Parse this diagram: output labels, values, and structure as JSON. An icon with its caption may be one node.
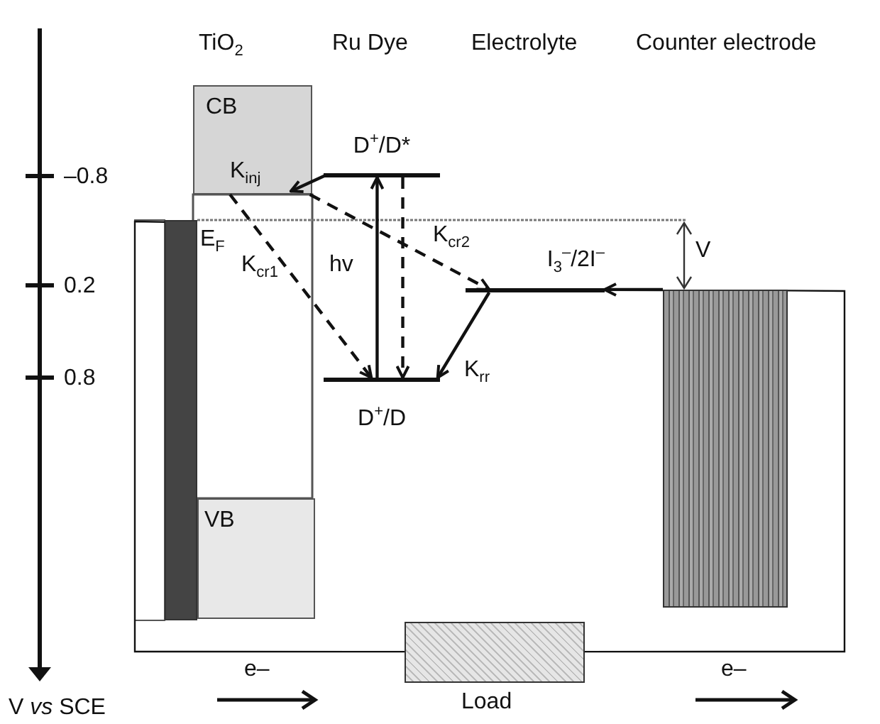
{
  "diagram": {
    "nodes": [
      {
        "text": [
          "CB"
        ]
      },
      {
        "text": [
          "D$^{+}$/D*"
        ]
      },
      {
        "text": [
          "I$_{3}$$^{–}$/2I$^{–}$"
        ]
      },
      {
        "text": [
          "D$^{+}$/D"
        ]
      },
      {
        "text": [
          "VB"
        ]
      },
      {
        "text": [],
        "shape": "bar"
      },
      {
        "text": [],
        "shape": "box"
      },
      {
        "text": [],
        "shape": "box",
        "beside": [
          "Load"
        ]
      }
    ],
    "edges": [
      {
        "from": 1,
        "to": 0,
        "arrow": "to",
        "label": "K$_{inj}$"
      },
      {
        "from": 0,
        "to": 3,
        "arrow": "to",
        "label": "K$_{cr1}$",
        "style": "dashed"
      },
      {
        "from": 0,
        "to": 2,
        "arrow": "to",
        "label": "K$_{cr2}$",
        "style": "dashed"
      },
      {
        "from": 3,
        "to": 1,
        "arrow": "to",
        "label": "hv"
      },
      {
        "from": 1,
        "to": 3,
        "arrow": "to",
        "style": "dashed"
      },
      {
        "from": 2,
        "to": 3,
        "arrow": "to",
        "label": "K$_{rr}$"
      },
      {
        "from": 6,
        "to": 2,
        "arrow": "to"
      },
      {
        "from": 5,
        "to": 7,
        "arrow": "none"
      },
      {
        "from": 7,
        "to": 6,
        "arrow": "none"
      }
    ],
    "labels": [
      "TiO$_{2}$",
      "Ru Dye",
      "Electrolyte",
      "Counter electrode",
      "–0.8",
      "0.2",
      "0.8",
      "E$_{F}$",
      "V",
      "e–",
      "e–",
      "V *vs* SCE"
    ]
  }
}
